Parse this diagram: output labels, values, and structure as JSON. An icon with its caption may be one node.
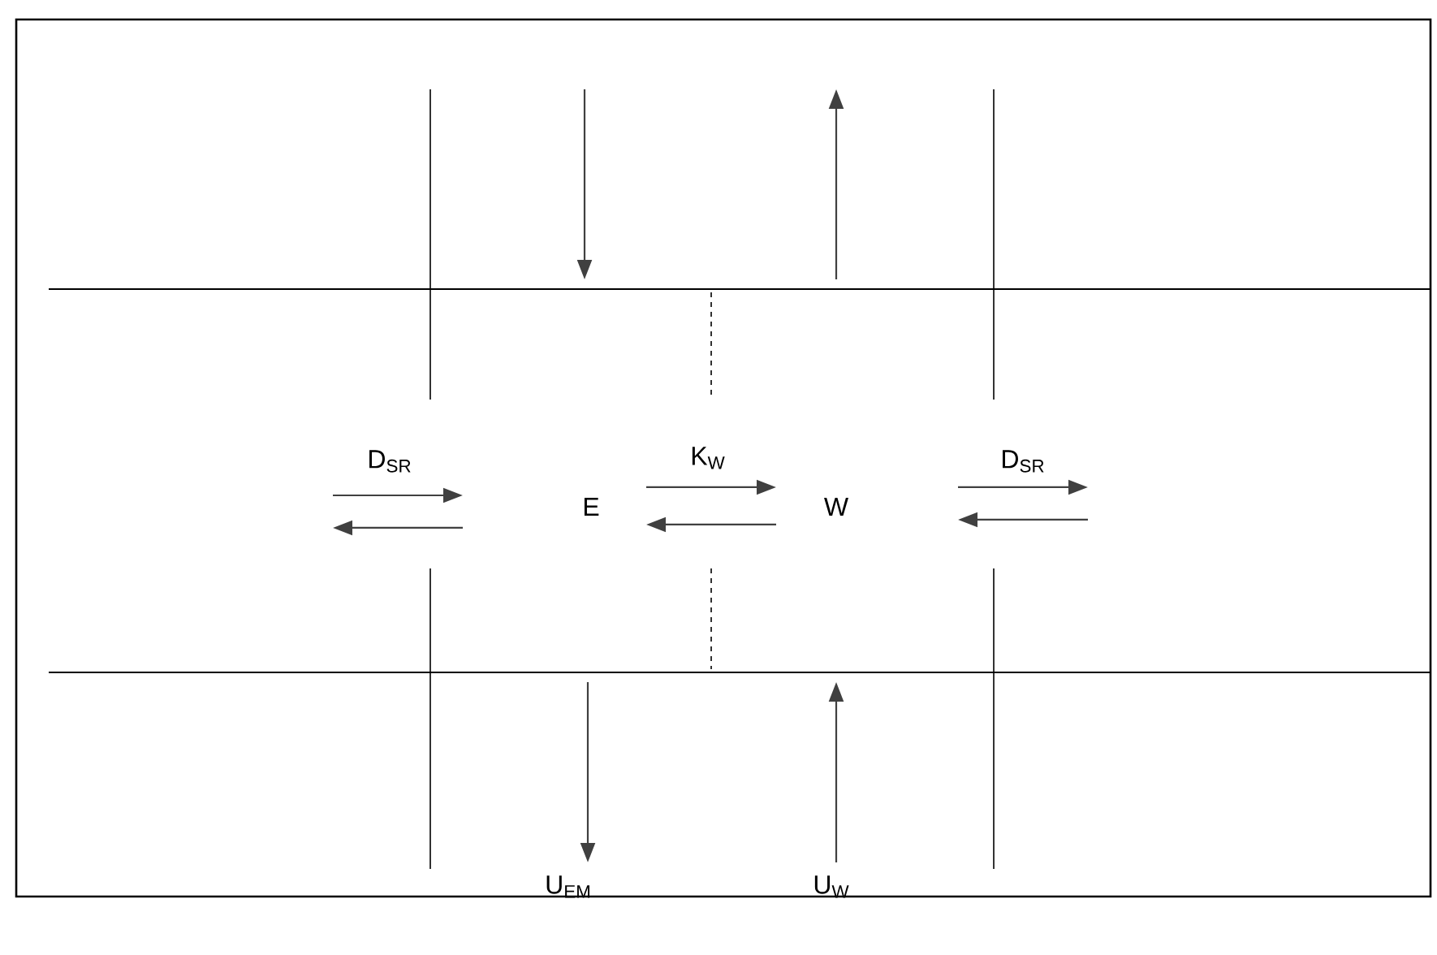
{
  "diagram": {
    "nodes": [
      {
        "text": [
          "E"
        ]
      },
      {
        "text": [
          "W"
        ]
      },
      {
        "text": [
          "U$_{EM}$"
        ]
      },
      {
        "text": [
          "U$_{W}$"
        ]
      }
    ],
    "edges": [
      {
        "from": 0,
        "to": 1,
        "arrow": "to",
        "label": "K$_{W}$"
      },
      {
        "from": 1,
        "to": 0,
        "arrow": "to"
      },
      {
        "from": null,
        "to": 2,
        "arrow": "to"
      },
      {
        "from": 3,
        "to": null,
        "arrow": "to"
      }
    ],
    "labels": [
      "D$_{SR}$",
      "D$_{SR}$"
    ]
  }
}
